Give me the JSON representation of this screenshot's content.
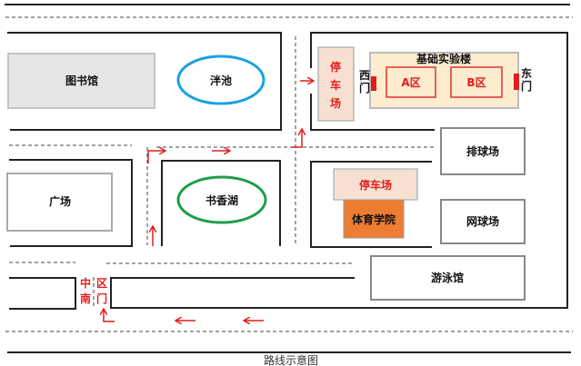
{
  "title": "路线示意图",
  "colors": {
    "route": "#e21d1d",
    "pond": "#1ba1e2",
    "lake": "#1e9e4a",
    "sports_college": "#ed7d31",
    "parking": "#f7e0d2",
    "lab": "#fdeccd"
  },
  "places": {
    "library": "图书馆",
    "pond": "泮池",
    "square": "广场",
    "lake": "书香湖",
    "parking_north": [
      "停",
      "车",
      "场"
    ],
    "lab_building": "基础实验楼",
    "zone_a": "A区",
    "zone_b": "B区",
    "west_gate": [
      "西",
      "门"
    ],
    "east_gate": [
      "东",
      "门"
    ],
    "volleyball": "排球场",
    "parking_south": "停车场",
    "sports_college": "体育学院",
    "tennis": "网球场",
    "swimming": "游泳馆",
    "south_gate": [
      "中",
      "南",
      "区",
      "门"
    ]
  }
}
